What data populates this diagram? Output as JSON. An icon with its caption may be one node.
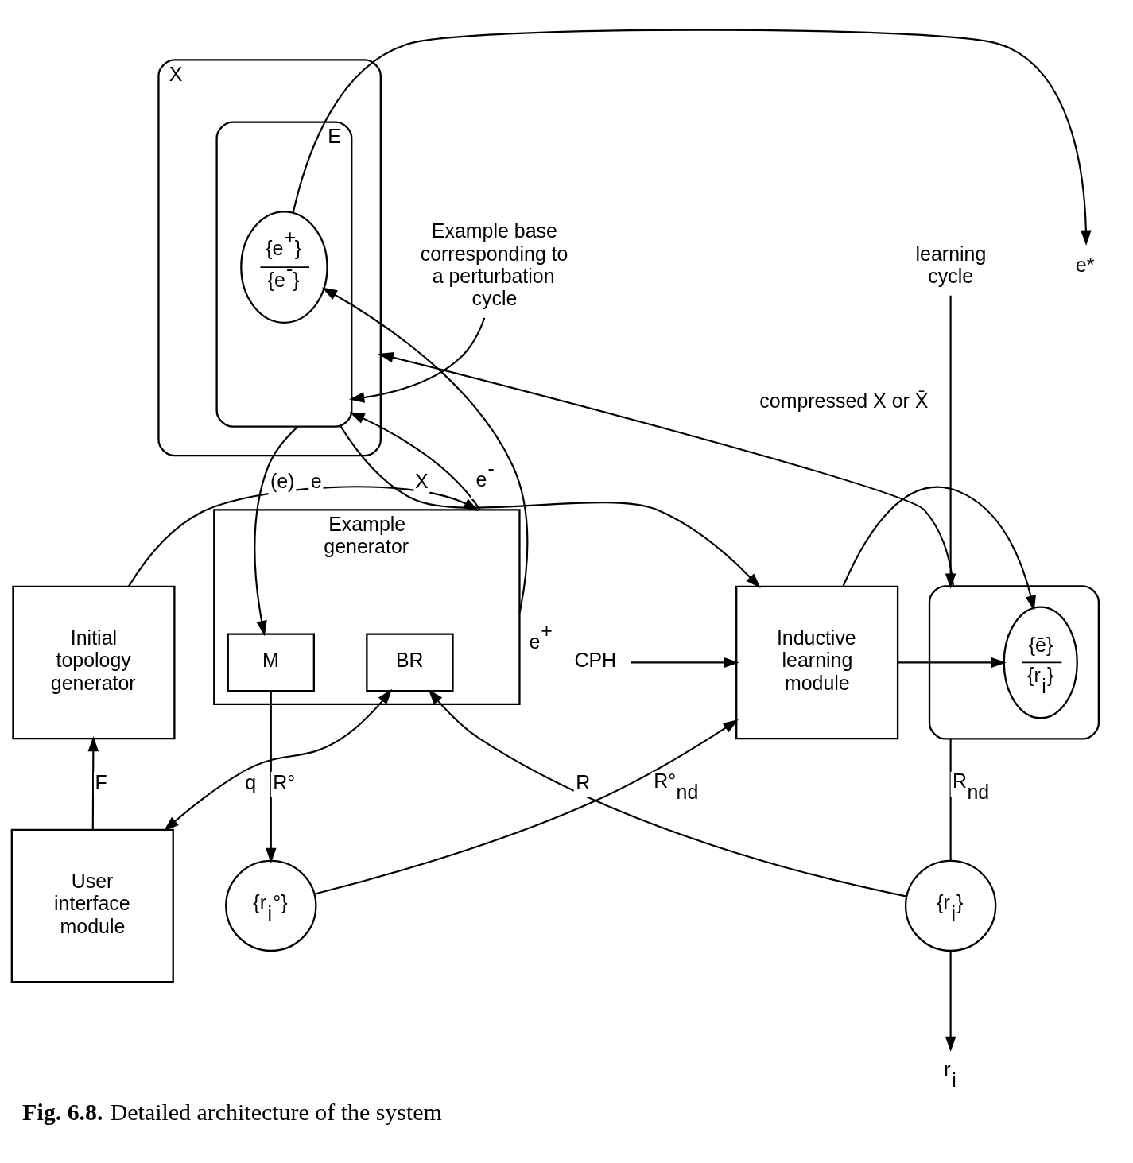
{
  "diagram": {
    "caption": "**Fig. 6.8.** Detailed architecture of the system",
    "nodes": [
      {
        "text": [
          "Example base corresponding to a perturbation cycle"
        ]
      },
      {
        "text": [
          "e*"
        ]
      },
      {
        "text": [
          "X"
        ]
      },
      {
        "text": [
          "E"
        ],
        "in": 2
      },
      {
        "text": [
          "{e$^{+}$}",
          "{e$^{-}$}"
        ],
        "in": 3
      },
      {
        "text": [
          "learning cycle"
        ]
      },
      {
        "text": [
          "Initial topology generator"
        ]
      },
      {
        "text": [
          "Example generator"
        ]
      },
      {
        "text": [
          "BR"
        ],
        "in": 7
      },
      {
        "text": [
          "M"
        ],
        "in": 7
      },
      {
        "text": [
          "CPH"
        ]
      },
      {
        "text": [
          "Inductive learning module"
        ]
      },
      {
        "text": [],
        "shape": "ellipse"
      },
      {
        "text": [
          "{ē}",
          "{r$_{i}$}"
        ],
        "in": 12
      },
      {
        "text": [
          "User interface module"
        ]
      },
      {
        "text": [
          "{r$_{i}$°}"
        ]
      },
      {
        "text": [
          "{r$_{i}$}"
        ]
      },
      {
        "text": [
          "r$_{i}$"
        ]
      }
    ],
    "edges": [
      {
        "from": 0,
        "to": 3,
        "arrow": "to"
      },
      {
        "from": 4,
        "to": 1,
        "arrow": "to"
      },
      {
        "from": 7,
        "to": 4,
        "arrow": "to",
        "label": "e$^{+}$"
      },
      {
        "from": 7,
        "to": 3,
        "arrow": "to",
        "label": "e$^{-}$"
      },
      {
        "from": 3,
        "to": 9,
        "arrow": "to",
        "label": "(e)"
      },
      {
        "from": 3,
        "to": 11,
        "arrow": "to",
        "label": "X"
      },
      {
        "from": 12,
        "to": 2,
        "arrow": "to",
        "label": "compressed X or X̄"
      },
      {
        "from": 5,
        "to": 12,
        "arrow": "to"
      },
      {
        "from": 6,
        "to": 7,
        "arrow": "to",
        "label": "e"
      },
      {
        "from": 14,
        "to": 6,
        "arrow": "to",
        "label": "F"
      },
      {
        "from": 14,
        "to": 8,
        "arrow": "both",
        "label": "q"
      },
      {
        "from": 10,
        "to": 11,
        "arrow": "to"
      },
      {
        "from": 11,
        "to": 13,
        "arrow": "to"
      },
      {
        "from": 11,
        "to": 13,
        "arrow": "to"
      },
      {
        "from": 9,
        "to": 15,
        "arrow": "to",
        "label": "R°"
      },
      {
        "from": 15,
        "to": 11,
        "arrow": "to",
        "label": "R°$_{nd}$"
      },
      {
        "from": 12,
        "to": 16,
        "arrow": "none",
        "label": "R$_{nd}$"
      },
      {
        "from": 16,
        "to": 8,
        "arrow": "to",
        "label": "R"
      },
      {
        "from": 16,
        "to": 17,
        "arrow": "to"
      }
    ]
  }
}
